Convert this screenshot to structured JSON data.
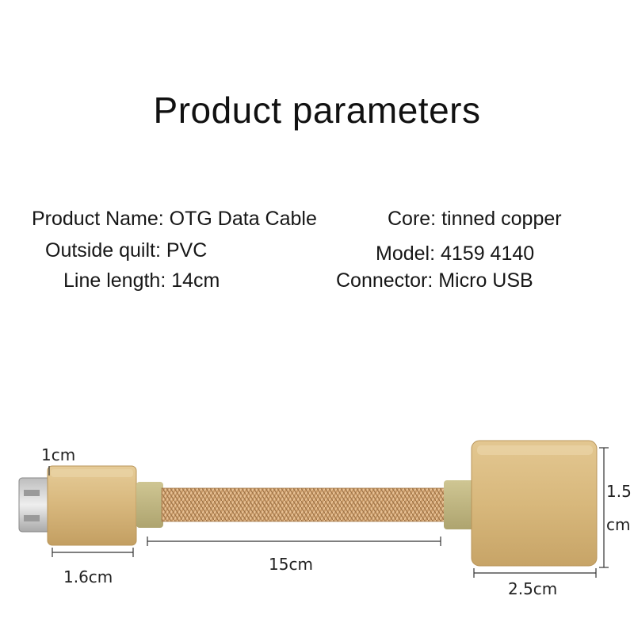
{
  "title": "Product parameters",
  "specs": {
    "product_name": "Product Name: OTG Data Cable",
    "outside_quilt": "Outside quilt: PVC",
    "line_length": "Line length: 14cm",
    "core": "Core: tinned copper",
    "model": "Model: 4159 4140",
    "connector": "Connector: Micro USB"
  },
  "dimensions": {
    "micro_height": "1cm",
    "micro_length": "1.6cm",
    "cable_length": "15cm",
    "usb_length": "2.5cm",
    "usb_height_value": "1.5",
    "usb_height_unit": "cm"
  },
  "colors": {
    "metal_gold": "#d8b77e",
    "metal_shadow": "#b8955a",
    "sleeve_green": "#bfb682",
    "braid": "#c99a68"
  }
}
